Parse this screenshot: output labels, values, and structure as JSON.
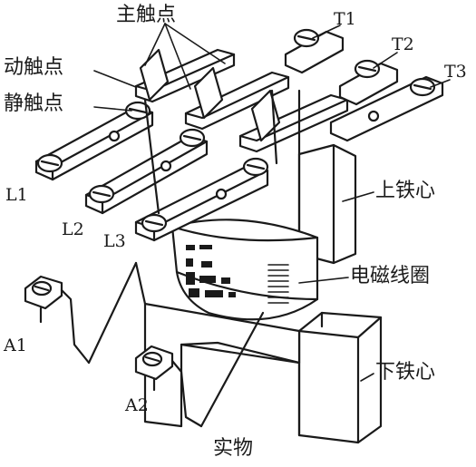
{
  "labels": {
    "main_contact": "主触点",
    "moving_contact": "动触点",
    "static_contact": "静触点",
    "upper_core": "上铁心",
    "coil": "电磁线圈",
    "lower_core": "下铁心",
    "caption": "实物",
    "t1": "T1",
    "t2": "T2",
    "t3": "T3",
    "l1": "L1",
    "l2": "L2",
    "l3": "L3",
    "a1": "A1",
    "a2": "A2"
  },
  "colors": {
    "ink": "#1a1a1a",
    "paper": "#ffffff",
    "shade": "#d9d9d9"
  }
}
